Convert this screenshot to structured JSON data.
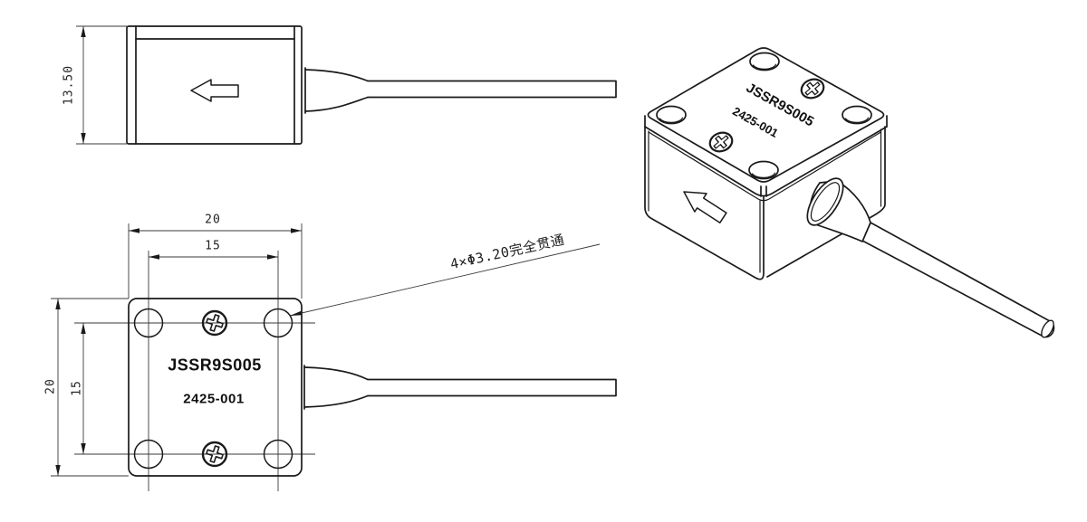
{
  "drawing": {
    "type": "technical-drawing",
    "part": {
      "model": "JSSR9S005",
      "serial": "2425-001"
    },
    "side_view": {
      "height_dim": "13.50"
    },
    "front_view": {
      "outer_width_dim": "20",
      "hole_spacing_width_dim": "15",
      "outer_height_dim": "20",
      "hole_spacing_height_dim": "15",
      "model": "JSSR9S005",
      "serial": "2425-001",
      "hole_callout": "4×Φ3.20完全贯通"
    },
    "iso_view": {
      "model": "JSSR9S005",
      "serial": "2425-001"
    },
    "colors": {
      "line": "#1a1a1a",
      "thin_line": "#3a3a3a",
      "text": "#111111",
      "background": "#ffffff"
    }
  }
}
